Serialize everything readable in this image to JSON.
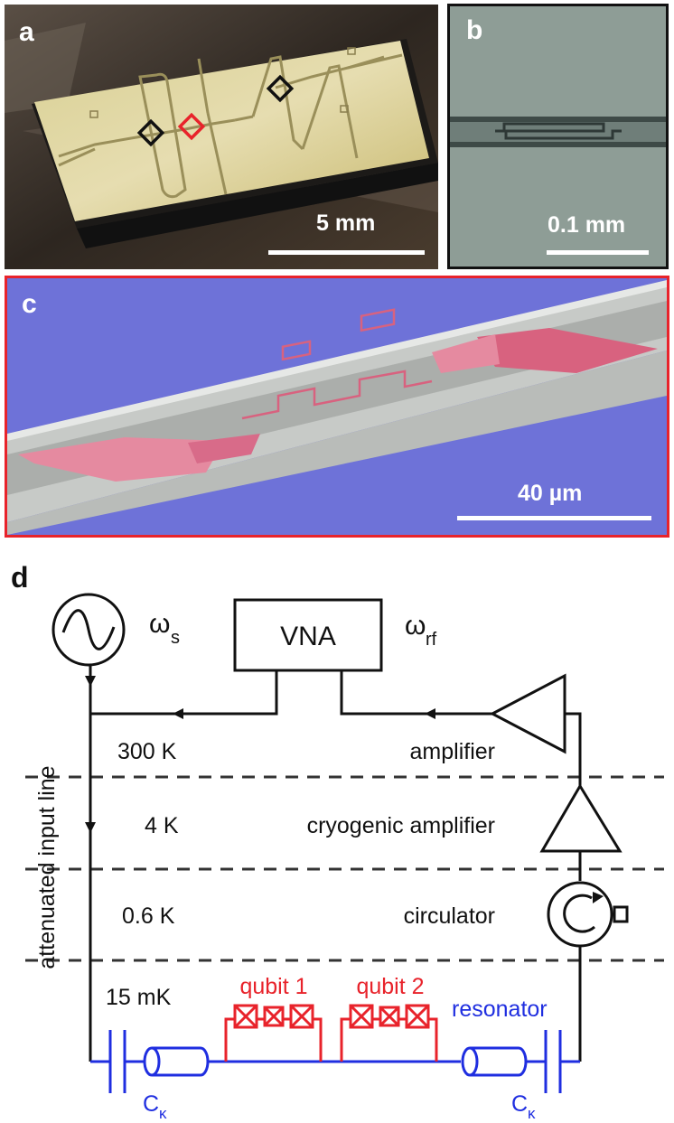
{
  "panels": {
    "a": {
      "label": "a",
      "scale": "5 mm"
    },
    "b": {
      "label": "b",
      "scale": "0.1 mm"
    },
    "c": {
      "label": "c",
      "scale": "40 µm"
    },
    "d": {
      "label": "d"
    }
  },
  "circuit": {
    "source_omega": "ω",
    "source_sub": "s",
    "vna": "VNA",
    "rf_omega": "ω",
    "rf_sub": "rf",
    "temperatures": [
      "300 K",
      "4 K",
      "0.6 K",
      "15 mK"
    ],
    "stage_labels": [
      "amplifier",
      "cryogenic amplifier",
      "circulator"
    ],
    "input_line": "attenuated input line",
    "qubit1": "qubit 1",
    "qubit2": "qubit 2",
    "resonator": "resonator",
    "cap_label": "C",
    "cap_sub": "κ"
  },
  "colors": {
    "black": "#111111",
    "red": "#e8232b",
    "blue": "#1f2ee0"
  }
}
